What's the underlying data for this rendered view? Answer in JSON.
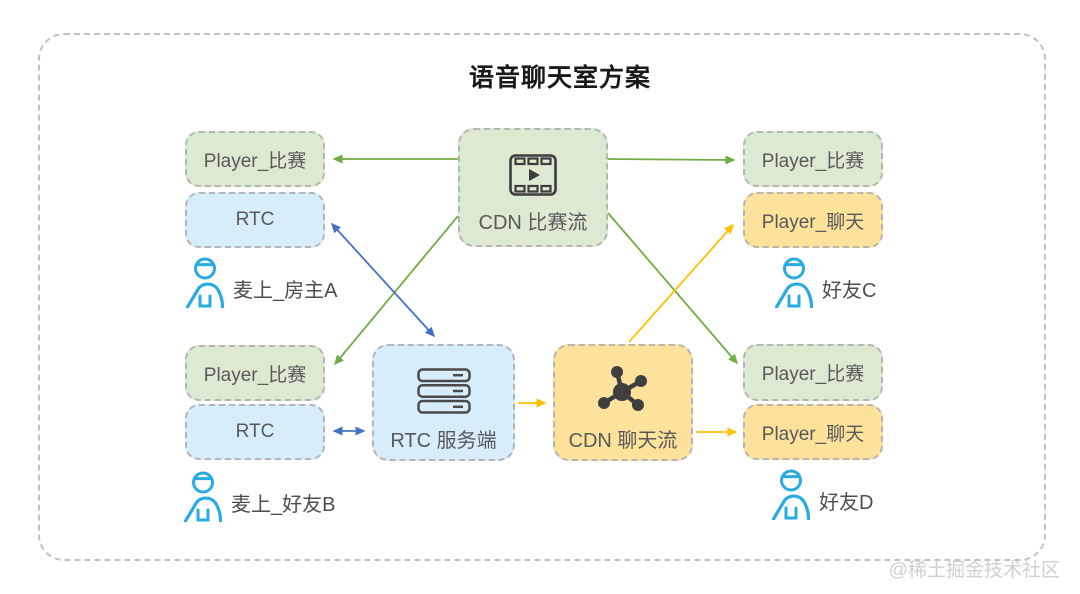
{
  "title": "语音聊天室方案",
  "watermark": "@稀土掘金技术社区",
  "nodes": {
    "tl_player": {
      "label": "Player_比赛"
    },
    "tl_rtc": {
      "label": "RTC"
    },
    "bl_player": {
      "label": "Player_比赛"
    },
    "bl_rtc": {
      "label": "RTC"
    },
    "cdn_match": {
      "label": "CDN 比赛流"
    },
    "rtc_server": {
      "label": "RTC 服务端"
    },
    "cdn_chat": {
      "label": "CDN 聊天流"
    },
    "tr_player": {
      "label": "Player_比赛"
    },
    "tr_chat": {
      "label": "Player_聊天"
    },
    "br_player": {
      "label": "Player_比赛"
    },
    "br_chat": {
      "label": "Player_聊天"
    }
  },
  "users": {
    "a": {
      "label": "麦上_房主A"
    },
    "b": {
      "label": "麦上_好友B"
    },
    "c": {
      "label": "好友C"
    },
    "d": {
      "label": "好友D"
    }
  },
  "edges": [
    {
      "from": "CDN 比赛流",
      "to": "Player_比赛 (麦上_房主A)",
      "color": "green",
      "bidirectional": false
    },
    {
      "from": "CDN 比赛流",
      "to": "Player_比赛 (好友C)",
      "color": "green",
      "bidirectional": false
    },
    {
      "from": "CDN 比赛流",
      "to": "Player_比赛 (麦上_好友B)",
      "color": "green",
      "bidirectional": false
    },
    {
      "from": "CDN 比赛流",
      "to": "Player_比赛 (好友D)",
      "color": "green",
      "bidirectional": false
    },
    {
      "from": "RTC (麦上_房主A)",
      "to": "RTC 服务端",
      "color": "blue",
      "bidirectional": true
    },
    {
      "from": "RTC (麦上_好友B)",
      "to": "RTC 服务端",
      "color": "blue",
      "bidirectional": true
    },
    {
      "from": "RTC 服务端",
      "to": "CDN 聊天流",
      "color": "yellow",
      "bidirectional": false
    },
    {
      "from": "CDN 聊天流",
      "to": "Player_聊天 (好友C)",
      "color": "yellow",
      "bidirectional": false
    },
    {
      "from": "CDN 聊天流",
      "to": "Player_聊天 (好友D)",
      "color": "yellow",
      "bidirectional": false
    }
  ],
  "colors": {
    "green_fill": "#dcead2",
    "blue_fill": "#d7edfb",
    "yellow_fill": "#fde29c",
    "green_arrow": "#70ad47",
    "blue_arrow": "#4472c4",
    "yellow_arrow": "#ffc000",
    "user_icon": "#29abe2",
    "box_border": "#b5b5b5",
    "node_text": "#595959",
    "watermark_text": "#cfcfcf"
  }
}
